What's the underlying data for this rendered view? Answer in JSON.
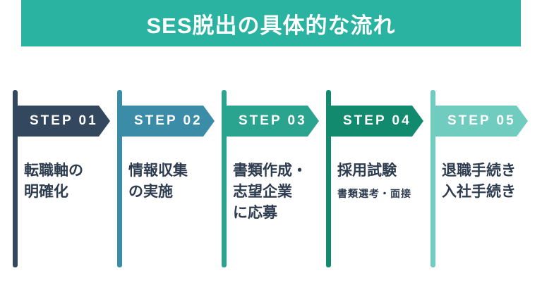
{
  "header": {
    "title": "SES脱出の具体的な流れ",
    "bg_color": "#2bb3a2"
  },
  "steps": [
    {
      "label": "STEP 01",
      "title": "転職軸の\n明確化",
      "subtitle": "",
      "color": "#33475f"
    },
    {
      "label": "STEP 02",
      "title": "情報収集\nの実施",
      "subtitle": "",
      "color": "#3b8ca6"
    },
    {
      "label": "STEP 03",
      "title": "書類作成・\n志望企業\nに応募",
      "subtitle": "",
      "color": "#2aa48e"
    },
    {
      "label": "STEP 04",
      "title": "採用試験",
      "subtitle": "書類選考・面接",
      "color": "#128a6e"
    },
    {
      "label": "STEP 05",
      "title": "退職手続き\n入社手続き",
      "subtitle": "",
      "color": "#6fccbf"
    }
  ]
}
